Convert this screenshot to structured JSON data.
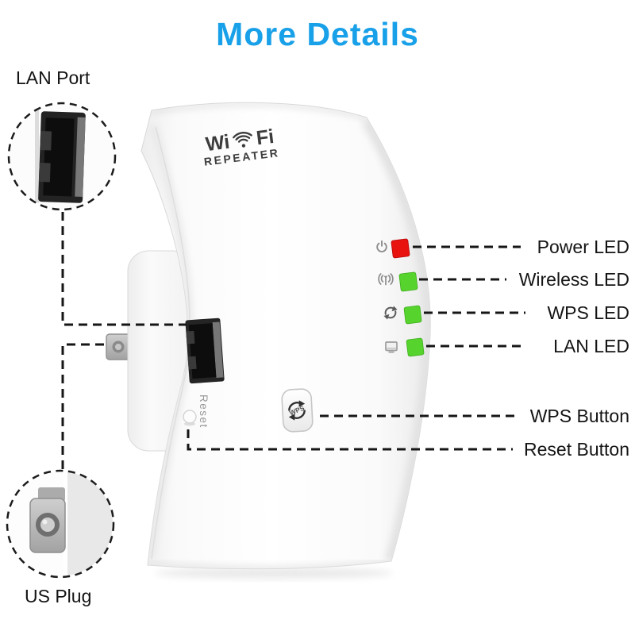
{
  "title": "More Details",
  "callouts": {
    "lan_port": "LAN Port",
    "us_plug": "US Plug"
  },
  "device": {
    "logo_wi": "Wi",
    "logo_fi": "Fi",
    "logo_sub": "REPEATER",
    "wps_button": "WPS",
    "reset": "Reset"
  },
  "annotations": {
    "power_led": "Power LED",
    "wireless_led": "Wireless LED",
    "wps_led": "WPS LED",
    "lan_led": "LAN LED",
    "wps_button": "WPS Button",
    "reset_button": "Reset Button"
  },
  "colors": {
    "title_blue": "#18A0E8",
    "led_red": "#E8120E",
    "led_green": "#57D32D",
    "leader_black": "#161616",
    "label_black": "#141414"
  }
}
